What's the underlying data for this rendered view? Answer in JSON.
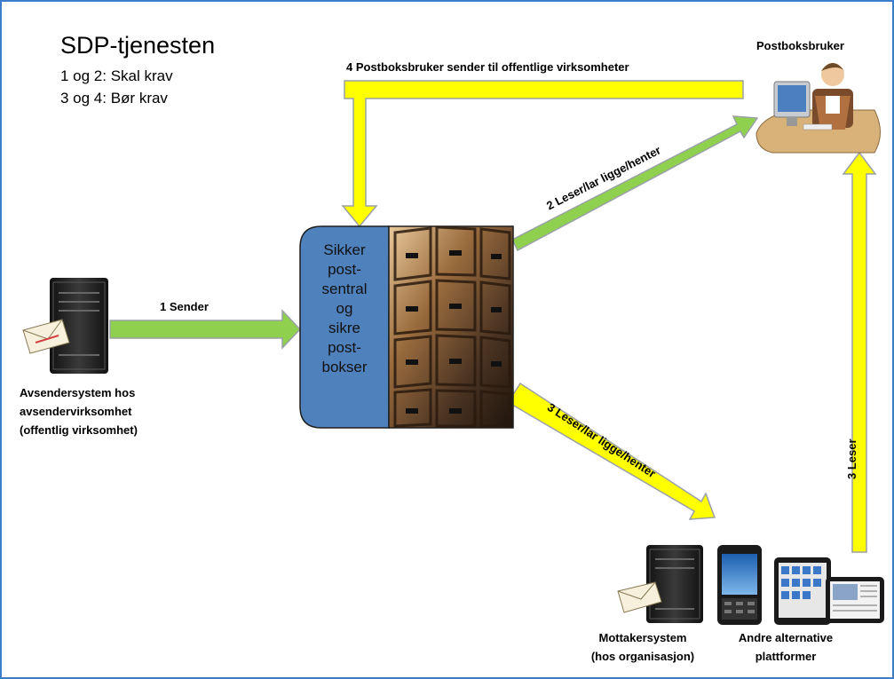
{
  "title": "SDP-tjenesten",
  "rules": [
    "1 og 2: Skal krav",
    "3 og 4: Bør krav"
  ],
  "nodes": {
    "postbox_user": "Postboksbruker",
    "sender_lines": [
      "Avsendersystem hos",
      "avsendervirksomhet",
      "(offentlig virksomhet)"
    ],
    "central_lines": [
      "Sikker",
      "post-",
      "sentral",
      "og",
      "sikre",
      "post-",
      "bokser"
    ],
    "receiver_lines": [
      "Mottakersystem",
      "(hos organisasjon)"
    ],
    "alt_platforms_lines": [
      "Andre alternative",
      "plattformer"
    ]
  },
  "flows": {
    "step1": "1 Sender",
    "step2": "2 Leser/lar ligge/henter",
    "step3_receiver": "3 Leser/lar ligge/henter",
    "step3_platforms": "3 Leser",
    "step4": "4 Postboksbruker sender til offentlige virksomheter"
  },
  "colors": {
    "frame": "#3d7cc9",
    "green_arrow": "#8fd14f",
    "yellow_arrow": "#ffff00",
    "arrow_outline": "#9aa0a6",
    "central_box": "#4f81bd"
  }
}
